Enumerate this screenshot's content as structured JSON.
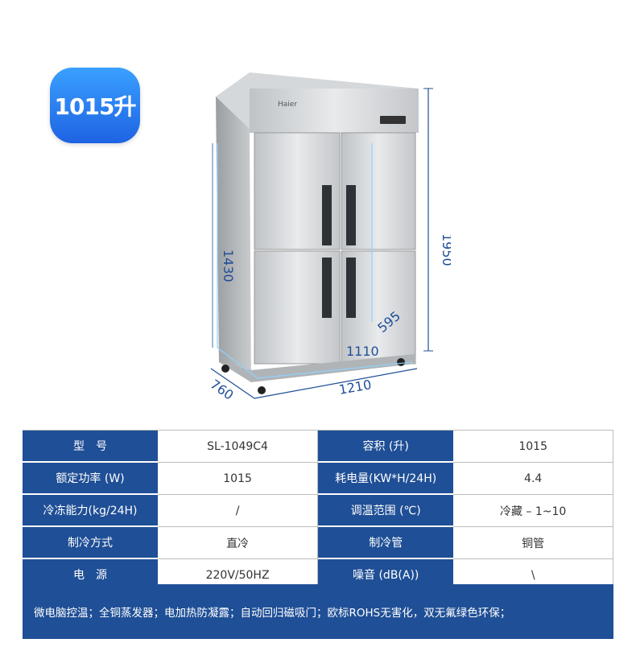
{
  "badge": {
    "capacity": "1015升"
  },
  "product": {
    "brand_logo": "Haier"
  },
  "dimensions": {
    "height_total": "1950",
    "height_inner": "1430",
    "depth_inner": "595",
    "width_inner": "1110",
    "width_total": "1210",
    "depth_total": "760"
  },
  "specs": [
    {
      "label1": "型　号",
      "value1": "SL-1049C4",
      "label2": "容积 (升)",
      "value2": "1015"
    },
    {
      "label1": "额定功率 (W)",
      "value1": "1015",
      "label2": "耗电量(KW*H/24H)",
      "value2": "4.4"
    },
    {
      "label1": "冷冻能力(kg/24H)",
      "value1": "/",
      "label2": "调温范围 (℃)",
      "value2": "冷藏 – 1~10"
    },
    {
      "label1": "制冷方式",
      "value1": "直冷",
      "label2": "制冷管",
      "value2": "铜管"
    },
    {
      "label1": "电　源",
      "value1": "220V/50HZ",
      "label2": "噪音 (dB(A))",
      "value2": "\\"
    }
  ],
  "features": "微电脑控温；全铜蒸发器；电加热防凝露；自动回归磁吸门；欧标ROHS无害化，双无氟绿色环保；",
  "colors": {
    "accent": "#1f4f96",
    "badge_top": "#3aa0ff",
    "badge_bottom": "#1e63e3"
  }
}
